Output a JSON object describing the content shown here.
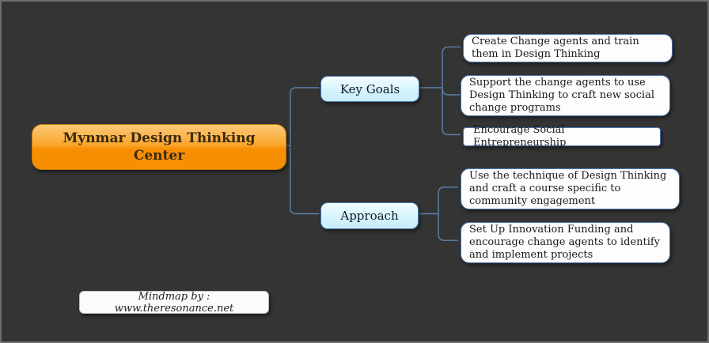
{
  "mindmap": {
    "root": {
      "label": "Mynmar Design Thinking Center"
    },
    "branches": [
      {
        "label": "Key Goals",
        "children": [
          "Create Change agents and train them in Design Thinking",
          "Support the change agents to use Design Thinking to craft new social change programs",
          "Encourage Social Entrepreneurship"
        ]
      },
      {
        "label": "Approach",
        "children": [
          "Use the technique of Design Thinking and craft a course specific to community engagement",
          "Set Up Innovation Funding and encourage change agents to identify and implement projects"
        ]
      }
    ],
    "credit": "Mindmap by : www.theresonance.net"
  },
  "colors": {
    "background": "#343434",
    "canvas_border": "#6e6e6e",
    "connector": "#5b84b0",
    "root_gradient_top": "#fdc979",
    "root_gradient_bottom": "#f78f04",
    "root_text": "#3a2a10",
    "branch_fill_top": "#f2fdff",
    "branch_fill_bottom": "#c9eefa",
    "node_border": "#4a7ab0",
    "leaf_fill": "#fdfdfd",
    "leaf_text": "#1a1a1a"
  }
}
